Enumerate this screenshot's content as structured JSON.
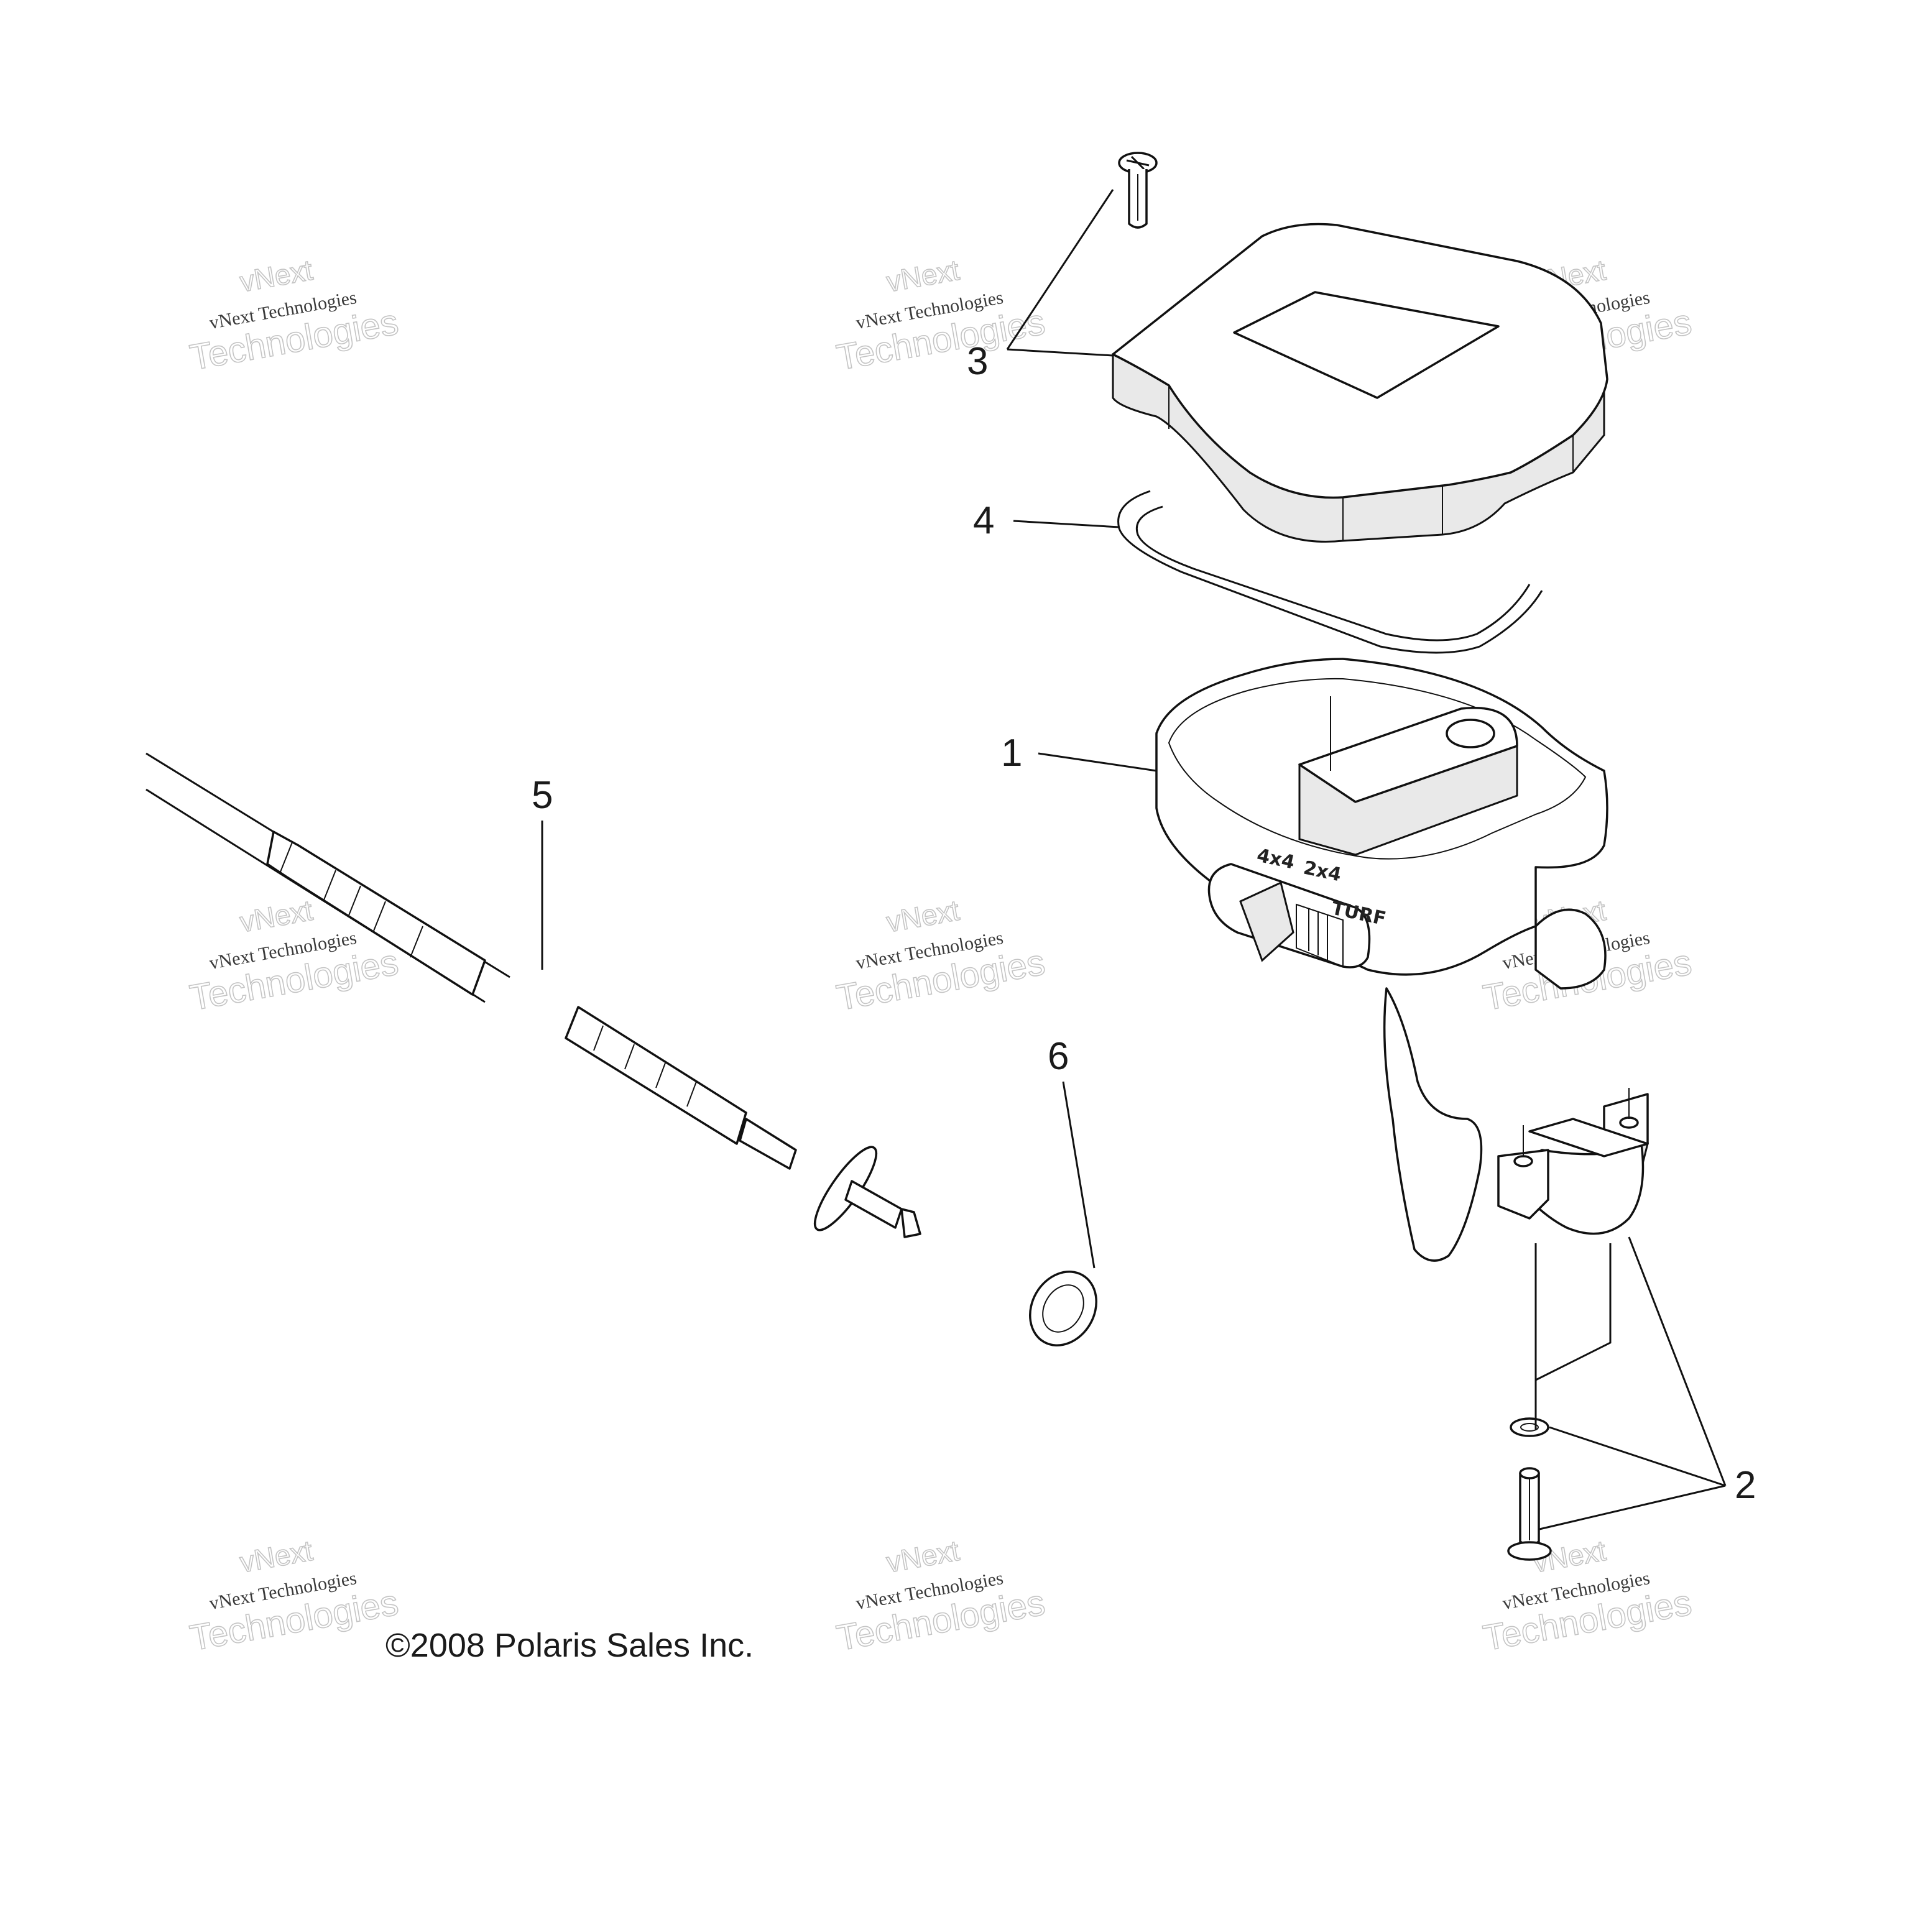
{
  "callouts": {
    "c1": "1",
    "c2": "2",
    "c3": "3",
    "c4": "4",
    "c5": "5",
    "c6": "6"
  },
  "copyright": "©2008 Polaris Sales Inc.",
  "watermark": {
    "line1": "vNext",
    "line2": "vNext Technologies",
    "line3": "Technologies"
  },
  "switch_labels": {
    "s1": "4x4",
    "s2": "2x4",
    "s3": "TURF"
  }
}
